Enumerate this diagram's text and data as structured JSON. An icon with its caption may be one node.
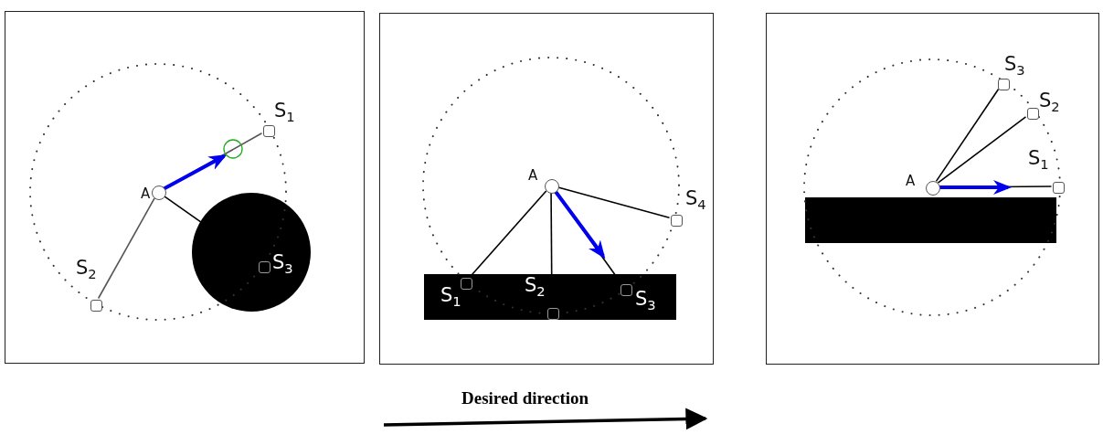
{
  "diagram": {
    "nodes": [
      {
        "text": [],
        "shape": "box"
      },
      {
        "text": [
          "A"
        ],
        "in": 0
      },
      {
        "text": [
          "S$_{1}$"
        ],
        "in": 0
      },
      {
        "text": [
          "S$_{2}$"
        ],
        "in": 0
      },
      {
        "text": [
          "S$_{3}$"
        ],
        "in": 0
      },
      {
        "text": [],
        "shape": "box"
      },
      {
        "text": [
          "A"
        ],
        "in": 5
      },
      {
        "text": [
          "S$_{1}$"
        ],
        "in": 5
      },
      {
        "text": [
          "S$_{2}$"
        ],
        "in": 5
      },
      {
        "text": [
          "S$_{3}$"
        ],
        "in": 5
      },
      {
        "text": [
          "S$_{4}$"
        ],
        "in": 5
      },
      {
        "text": [],
        "shape": "box"
      },
      {
        "text": [
          "A"
        ],
        "in": 11
      },
      {
        "text": [
          "S$_{3}$"
        ],
        "in": 11
      },
      {
        "text": [
          "S$_{2}$"
        ],
        "in": 11
      },
      {
        "text": [
          "S$_{1}$"
        ],
        "in": 11
      }
    ],
    "edges": [
      {
        "from": 1,
        "to": 2,
        "arrow": "none",
        "color": "#555555"
      },
      {
        "from": 1,
        "to": 3,
        "arrow": "none",
        "color": "#555555"
      },
      {
        "from": 1,
        "to": 4,
        "arrow": "none"
      },
      {
        "from": 6,
        "to": 7,
        "arrow": "none"
      },
      {
        "from": 6,
        "to": 8,
        "arrow": "none"
      },
      {
        "from": 6,
        "to": 9,
        "arrow": "none"
      },
      {
        "from": 6,
        "to": 10,
        "arrow": "none"
      },
      {
        "from": 12,
        "to": 13,
        "arrow": "none"
      },
      {
        "from": 12,
        "to": 14,
        "arrow": "none"
      },
      {
        "from": 12,
        "to": 15,
        "arrow": "none"
      }
    ],
    "labels": [
      "Desired direction"
    ]
  }
}
